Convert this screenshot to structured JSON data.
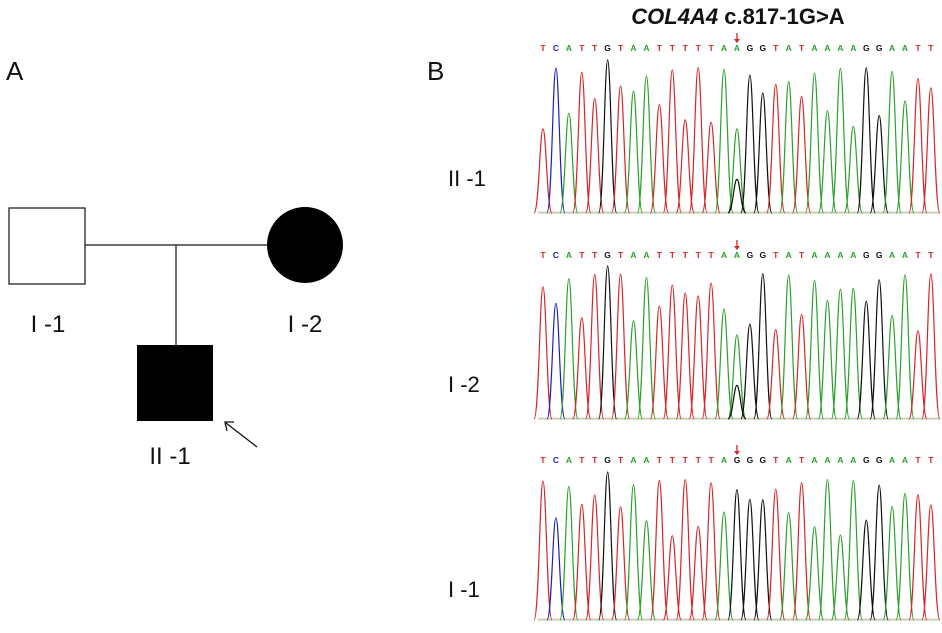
{
  "panel_a": {
    "label": "A",
    "individuals": [
      {
        "id": "I -1",
        "sex": "male",
        "affected": false,
        "proband": false
      },
      {
        "id": "I -2",
        "sex": "female",
        "affected": true,
        "proband": false
      },
      {
        "id": "II -1",
        "sex": "male",
        "affected": true,
        "proband": true
      }
    ]
  },
  "panel_b": {
    "label": "B",
    "title_gene": "COL4A4",
    "title_variant": "c.817-1G>A",
    "colors": {
      "A": "#2ca02c",
      "T": "#d62728",
      "C": "#1f1fbf",
      "G": "#111111",
      "arrow": "#d62728"
    },
    "tracks": [
      {
        "sample": "II -1",
        "sequence": "TCATTGTAATTTTTAAGGTATAAAAGGAATT",
        "genotype": "heterozygous",
        "marker_index": 15
      },
      {
        "sample": "I -2",
        "sequence": "TCATTGTAATTTTTAAGGTATAAAAGGAATT",
        "genotype": "heterozygous",
        "marker_index": 15
      },
      {
        "sample": "I -1",
        "sequence": "TCATTGTAATTTTTAGGGTATAAAAGGAATT",
        "genotype": "wild-type",
        "marker_index": 15
      }
    ]
  }
}
